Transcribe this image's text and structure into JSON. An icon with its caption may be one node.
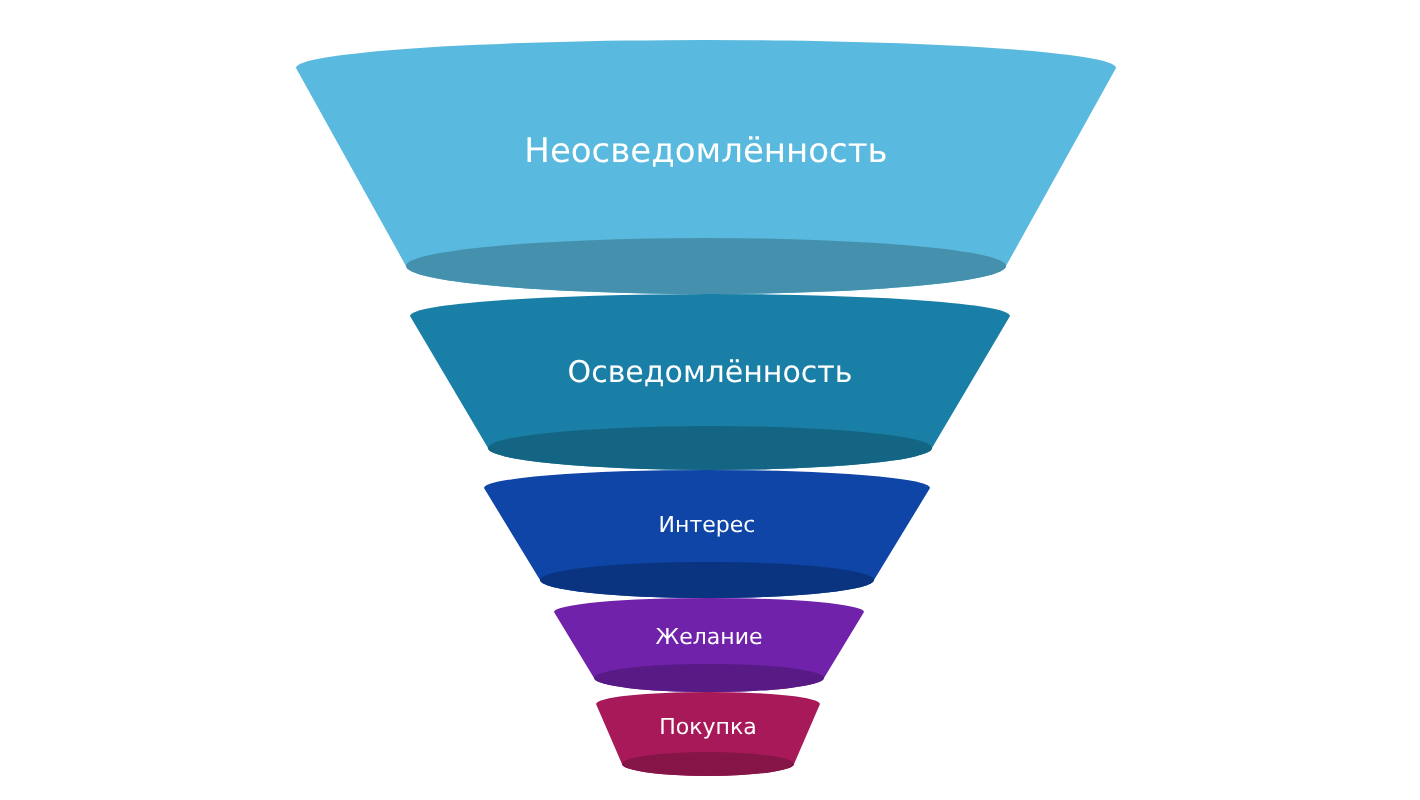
{
  "diagram": {
    "nodes": [
      {
        "text": [
          "Неосведомлённость"
        ]
      },
      {
        "text": [
          "Осведомлённость"
        ]
      },
      {
        "text": [
          "Интерес"
        ]
      },
      {
        "text": [
          "Желание"
        ]
      },
      {
        "text": [
          "Покупка"
        ]
      }
    ]
  }
}
